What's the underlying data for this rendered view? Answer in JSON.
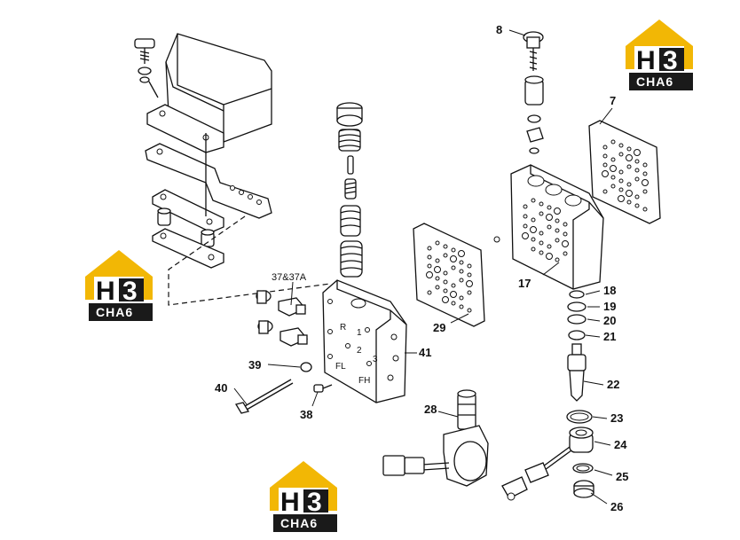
{
  "brand": {
    "logo_letters": "H",
    "logo_number": "3",
    "logo_sub": "CHA6",
    "yellow": "#f2b705",
    "dark": "#1a1a1a"
  },
  "labels": {
    "p7": "7",
    "p8": "8",
    "p17": "17",
    "p18": "18",
    "p19": "19",
    "p20": "20",
    "p21": "21",
    "p22": "22",
    "p23": "23",
    "p24": "24",
    "p25": "25",
    "p26": "26",
    "p28": "28",
    "p29": "29",
    "p37": "37&37A",
    "p38": "38",
    "p39": "39",
    "p40": "40",
    "p41": "41"
  },
  "valve_marks": {
    "r": "R",
    "one": "1",
    "two": "2",
    "three": "3",
    "fl": "FL",
    "fh": "FH"
  }
}
